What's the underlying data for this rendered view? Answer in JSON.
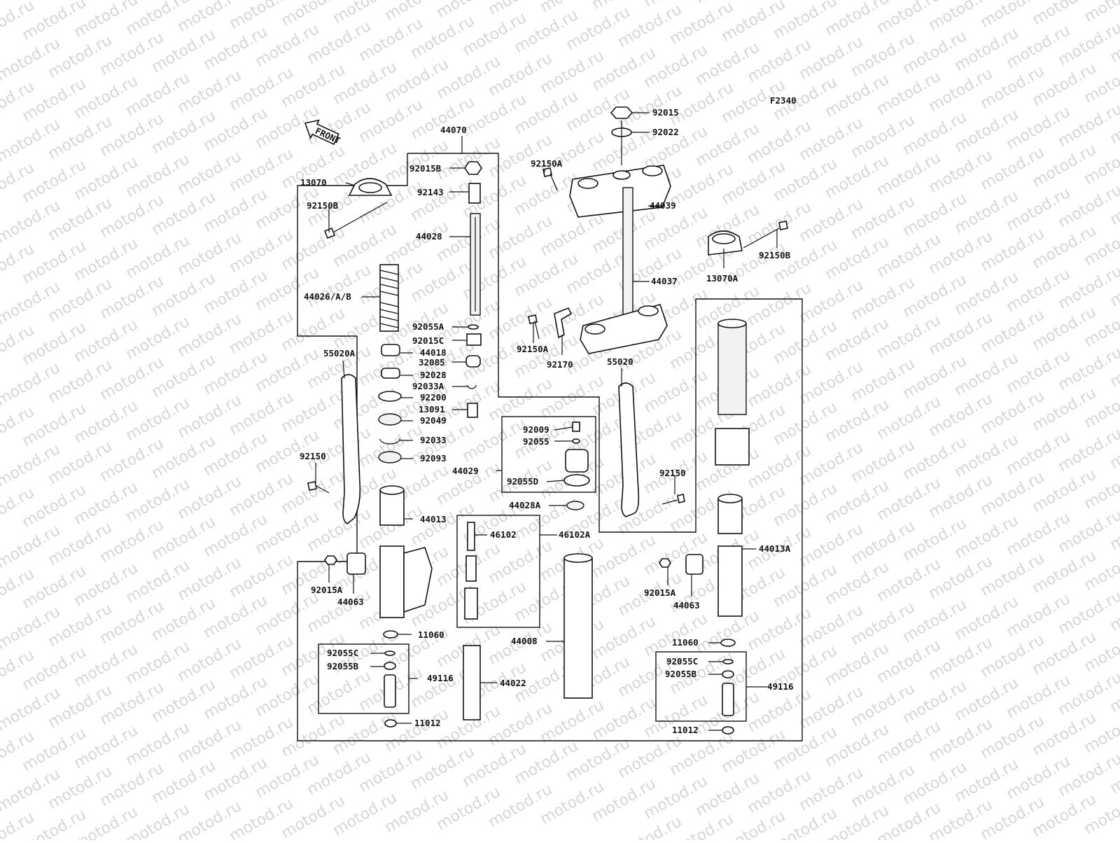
{
  "diagram": {
    "code": "F2340",
    "front_arrow_label": "FRONT",
    "watermark_text": "motod.ru"
  },
  "parts": {
    "p44070": "44070",
    "p92015B": "92015B",
    "p92143": "92143",
    "p44028": "44028",
    "p13070": "13070",
    "p92150B_l": "92150B",
    "p44026": "44026/A/B",
    "p92055A": "92055A",
    "p92015C": "92015C",
    "p44018": "44018",
    "p32085": "32085",
    "p92028": "92028",
    "p92033A": "92033A",
    "p92200": "92200",
    "p13091": "13091",
    "p92049": "92049",
    "p92033": "92033",
    "p92093": "92093",
    "p55020A": "55020A",
    "p92150_l": "92150",
    "p44029": "44029",
    "p92009": "92009",
    "p92055": "92055",
    "p92055D": "92055D",
    "p44028A": "44028A",
    "p44013": "44013",
    "p46102": "46102",
    "p46102A": "46102A",
    "p92015A_l": "92015A",
    "p44063_l": "44063",
    "p11060_l": "11060",
    "p92055C_l": "92055C",
    "p92055B_l": "92055B",
    "p49116_l": "49116",
    "p11012_l": "11012",
    "p44022": "44022",
    "p44008": "44008",
    "p92015": "92015",
    "p92022": "92022",
    "p92150A_t": "92150A",
    "p44039": "44039",
    "p13070A": "13070A",
    "p92150B_r": "92150B",
    "p44037": "44037",
    "p92150A_b": "92150A",
    "p92170": "92170",
    "p55020": "55020",
    "p92150_r": "92150",
    "p44013A": "44013A",
    "p92015A_r": "92015A",
    "p44063_r": "44063",
    "p11060_r": "11060",
    "p92055C_r": "92055C",
    "p92055B_r": "92055B",
    "p49116_r": "49116",
    "p11012_r": "11012"
  }
}
